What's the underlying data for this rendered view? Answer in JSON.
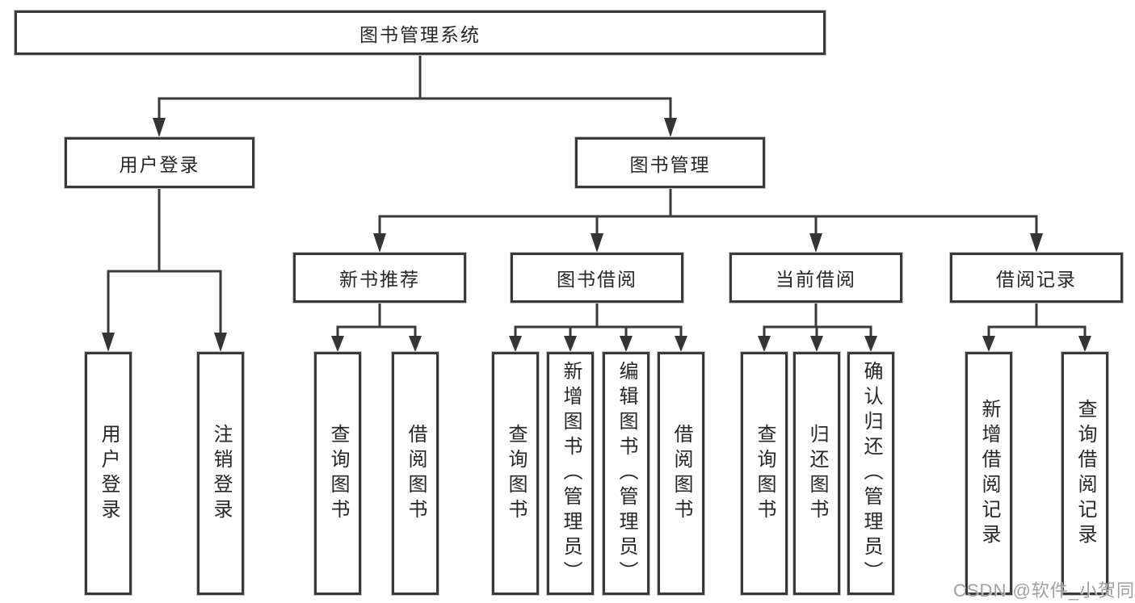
{
  "diagram": {
    "title": "图书管理系统",
    "branches": [
      {
        "label": "用户登录",
        "children": [
          "用户登录",
          "注销登录"
        ]
      },
      {
        "label": "图书管理",
        "sub": [
          {
            "label": "新书推荐",
            "children": [
              "查询图书",
              "借阅图书"
            ]
          },
          {
            "label": "图书借阅",
            "children": [
              "查询图书",
              "新增图书（管理员）",
              "编辑图书（管理员）",
              "借阅图书"
            ]
          },
          {
            "label": "当前借阅",
            "children": [
              "查询图书",
              "归还图书",
              "确认归还（管理员）"
            ]
          },
          {
            "label": "借阅记录",
            "children": [
              "新增借阅记录",
              "查询借阅记录"
            ]
          }
        ]
      }
    ]
  },
  "watermark": "CSDN @软件_小贺同学",
  "colors": {
    "line": "#3a3a3a",
    "box_border": "#3a3a3a",
    "text": "#262626",
    "background": "#ffffff",
    "watermark": "#9a9a9a"
  }
}
